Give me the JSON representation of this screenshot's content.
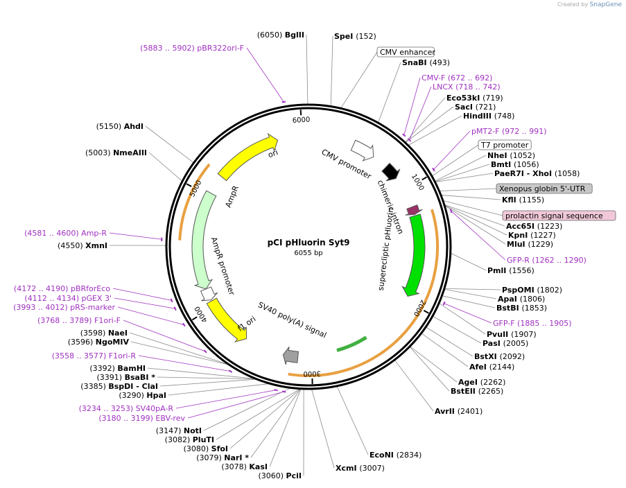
{
  "watermark": {
    "prefix": "Created by",
    "brand": "SnapGene"
  },
  "plasmid": {
    "name": "pCI pHluorin Syt9",
    "length_label": "6055 bp",
    "total_bp": 6055
  },
  "tick_labels": [
    {
      "bp": 1000,
      "text": "1000"
    },
    {
      "bp": 2000,
      "text": "2000"
    },
    {
      "bp": 3000,
      "text": "3000"
    },
    {
      "bp": 4000,
      "text": "4000"
    },
    {
      "bp": 5000,
      "text": "5000"
    },
    {
      "bp": 6000,
      "text": "6000"
    }
  ],
  "features": [
    {
      "name": "CMV enhancer",
      "start": 40,
      "end": 400,
      "track": "outer_thin",
      "color": "#ffffff",
      "boxed": true,
      "box_color": "#ffffff"
    },
    {
      "name": "CMV promoter",
      "start": 400,
      "end": 604,
      "track": "inner",
      "color": "#ffffff",
      "arrow": true
    },
    {
      "name": "T7 promoter",
      "start": 1003,
      "end": 1022,
      "track": "boxed_only",
      "box_color": "#ffffff"
    },
    {
      "name": "chimeric intron",
      "start": 743,
      "end": 875,
      "track": "inner",
      "color": "#000000",
      "arrow": false
    },
    {
      "name": "Xenopus globin 5'-UTR",
      "start": 1100,
      "end": 1150,
      "track": "boxed_only",
      "box_color": "#c8c8c8"
    },
    {
      "name": "prolactin signal sequence",
      "start": 1160,
      "end": 1230,
      "track": "inner",
      "color": "#993366",
      "boxed": true,
      "box_color": "#f0c8d8"
    },
    {
      "name": "superecliptic pHluorin",
      "start": 1240,
      "end": 1960,
      "track": "inner",
      "color": "#00e000",
      "arrow": true
    },
    {
      "name": "SV40 poly(A) signal",
      "start": 3120,
      "end": 3250,
      "track": "inner",
      "color": "#a0a0a0"
    },
    {
      "name": "f1 ori",
      "start": 3600,
      "end": 4050,
      "track": "inner",
      "color": "#ffff00",
      "arrow": true
    },
    {
      "name": "AmpR promoter",
      "start": 4060,
      "end": 4165,
      "track": "inner",
      "color": "#ffffff",
      "arrow": true
    },
    {
      "name": "AmpR",
      "start": 4165,
      "end": 5025,
      "track": "inner",
      "color": "#ccffcc",
      "arrow": true
    },
    {
      "name": "ori",
      "start": 5195,
      "end": 5784,
      "track": "inner",
      "color": "#ffff00",
      "arrow": true
    }
  ],
  "orange_arcs": [
    {
      "start": 1230,
      "end": 3180
    },
    {
      "start": 4590,
      "end": 5210
    }
  ],
  "green_arc": {
    "start": 2480,
    "end": 2770
  },
  "enzymes_right": [
    {
      "enzyme": "SpeI",
      "pos": "(152)",
      "site": 152
    },
    {
      "enzyme": "SnaBI",
      "pos": "(493)",
      "site": 493
    },
    {
      "enzyme": "Eco53kI",
      "pos": "(719)",
      "site": 719
    },
    {
      "enzyme": "SacI",
      "pos": "(721)",
      "site": 721
    },
    {
      "enzyme": "HindIII",
      "pos": "(748)",
      "site": 748
    },
    {
      "enzyme": "NheI",
      "pos": "(1052)",
      "site": 1052
    },
    {
      "enzyme": "BmtI",
      "pos": "(1056)",
      "site": 1056
    },
    {
      "enzyme": "PaeR7I - XhoI",
      "pos": "(1058)",
      "site": 1058
    },
    {
      "enzyme": "KflI",
      "pos": "(1155)",
      "site": 1155
    },
    {
      "enzyme": "Acc65I",
      "pos": "(1223)",
      "site": 1223
    },
    {
      "enzyme": "KpnI",
      "pos": "(1227)",
      "site": 1227
    },
    {
      "enzyme": "MluI",
      "pos": "(1229)",
      "site": 1229
    },
    {
      "enzyme": "PmlI",
      "pos": "(1556)",
      "site": 1556
    },
    {
      "enzyme": "PspOMI",
      "pos": "(1802)",
      "site": 1802
    },
    {
      "enzyme": "ApaI",
      "pos": "(1806)",
      "site": 1806
    },
    {
      "enzyme": "BstBI",
      "pos": "(1853)",
      "site": 1853
    },
    {
      "enzyme": "PvuII",
      "pos": "(1907)",
      "site": 1907
    },
    {
      "enzyme": "PasI",
      "pos": "(2005)",
      "site": 2005
    },
    {
      "enzyme": "BstXI",
      "pos": "(2092)",
      "site": 2092
    },
    {
      "enzyme": "AfeI",
      "pos": "(2144)",
      "site": 2144
    },
    {
      "enzyme": "AgeI",
      "pos": "(2262)",
      "site": 2262
    },
    {
      "enzyme": "BstEII",
      "pos": "(2265)",
      "site": 2265
    },
    {
      "enzyme": "AvrII",
      "pos": "(2401)",
      "site": 2401
    },
    {
      "enzyme": "EcoNI",
      "pos": "(2834)",
      "site": 2834
    },
    {
      "enzyme": "XcmI",
      "pos": "(3007)",
      "site": 3007
    }
  ],
  "enzymes_left": [
    {
      "enzyme": "BglII",
      "pos": "(6050)",
      "site": 6050
    },
    {
      "enzyme": "AhdI",
      "pos": "(5150)",
      "site": 5150
    },
    {
      "enzyme": "NmeAIII",
      "pos": "(5003)",
      "site": 5003
    },
    {
      "enzyme": "XmnI",
      "pos": "(4550)",
      "site": 4550
    },
    {
      "enzyme": "NaeI",
      "pos": "(3598)",
      "site": 3598
    },
    {
      "enzyme": "NgoMIV",
      "pos": "(3596)",
      "site": 3596
    },
    {
      "enzyme": "BamHI",
      "pos": "(3392)",
      "site": 3392
    },
    {
      "enzyme": "BsaBI *",
      "pos": "(3391)",
      "site": 3391
    },
    {
      "enzyme": "BspDI - ClaI",
      "pos": "(3385)",
      "site": 3385
    },
    {
      "enzyme": "HpaI",
      "pos": "(3290)",
      "site": 3290
    },
    {
      "enzyme": "NotI",
      "pos": "(3147)",
      "site": 3147
    },
    {
      "enzyme": "PluTI",
      "pos": "(3082)",
      "site": 3082
    },
    {
      "enzyme": "SfoI",
      "pos": "(3080)",
      "site": 3080
    },
    {
      "enzyme": "NarI *",
      "pos": "(3079)",
      "site": 3079
    },
    {
      "enzyme": "KasI",
      "pos": "(3078)",
      "site": 3078
    },
    {
      "enzyme": "PciI",
      "pos": "(3060)",
      "site": 3060
    }
  ],
  "primers_right": [
    {
      "name": "CMV-F",
      "range": "(672 .. 692)",
      "site": 682
    },
    {
      "name": "LNCX",
      "range": "(718 .. 742)",
      "site": 730
    },
    {
      "name": "pMT2-F",
      "range": "(972 .. 991)",
      "site": 981
    },
    {
      "name": "GFP-R",
      "range": "(1262 .. 1290)",
      "site": 1276
    },
    {
      "name": "GFP-F",
      "range": "(1885 .. 1905)",
      "site": 1895
    }
  ],
  "primers_left": [
    {
      "name": "pBR322ori-F",
      "range": "(5883 .. 5902)",
      "site": 5892
    },
    {
      "name": "Amp-R",
      "range": "(4581 .. 4600)",
      "site": 4590
    },
    {
      "name": "pBRforEco",
      "range": "(4172 .. 4190)",
      "site": 4181
    },
    {
      "name": "pGEX 3'",
      "range": "(4112 .. 4134)",
      "site": 4123
    },
    {
      "name": "pRS-marker",
      "range": "(3993 .. 4012)",
      "site": 4002
    },
    {
      "name": "F1ori-F",
      "range": "(3768 .. 3789)",
      "site": 3778
    },
    {
      "name": "F1ori-R",
      "range": "(3558 .. 3577)",
      "site": 3567
    },
    {
      "name": "SV40pA-R",
      "range": "(3234 .. 3253)",
      "site": 3243
    },
    {
      "name": "EBV-rev",
      "range": "(3180 .. 3199)",
      "site": 3189
    }
  ]
}
